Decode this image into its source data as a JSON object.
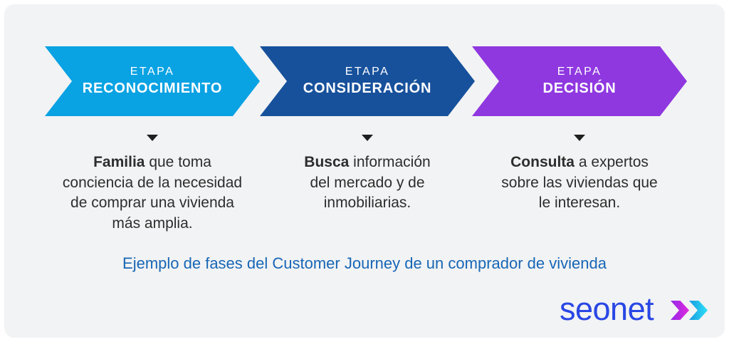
{
  "background": {
    "page": "#ffffff",
    "panel": "#f2f3f4"
  },
  "stages": [
    {
      "tag": "ETAPA",
      "name": "RECONOCIMIENTO",
      "color": "#09a2e3",
      "lead": "Familia",
      "rest": "que toma",
      "lines": [
        "conciencia de la necesidad",
        "de comprar una vivienda",
        "más amplia."
      ]
    },
    {
      "tag": "ETAPA",
      "name": "CONSIDERACIÓN",
      "color": "#17519c",
      "lead": "Busca",
      "rest": "información",
      "lines": [
        "del mercado y de",
        "inmobiliarias."
      ]
    },
    {
      "tag": "ETAPA",
      "name": "DECISIÓN",
      "color": "#8f38e0",
      "lead": "Consulta",
      "rest": "a expertos",
      "lines": [
        "sobre las viviendas que",
        "le interesan."
      ]
    }
  ],
  "caption": {
    "text": "Ejemplo de fases del Customer Journey de un comprador de vivienda",
    "color": "#1766b5"
  },
  "logo": {
    "text": "seonet",
    "color": "#2947e5",
    "chevron1_from": "#9129e8",
    "chevron1_to": "#e227dd",
    "chevron2_from": "#189bdf",
    "chevron2_to": "#2fe1f8"
  }
}
